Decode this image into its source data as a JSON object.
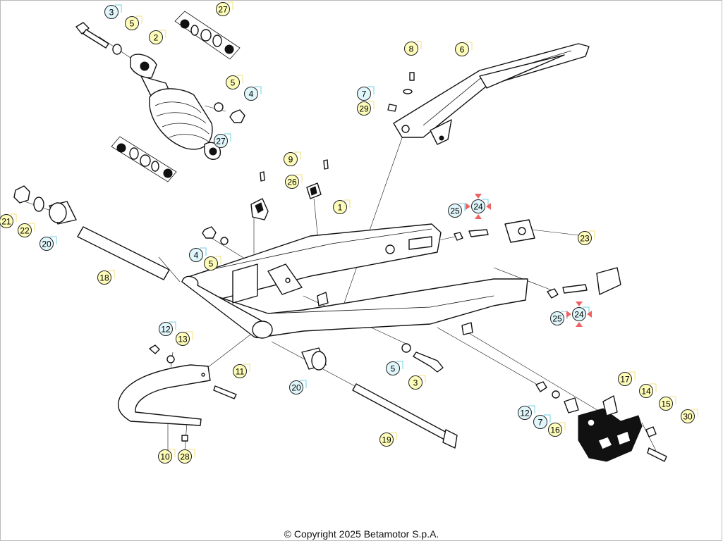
{
  "diagram": {
    "copyright": "© Copyright 2025 Betamotor S.p.A.",
    "colors": {
      "yellow": "#fdfcb8",
      "cyan": "#dff6fb",
      "yellow_tag": "#f4e27a",
      "cyan_tag": "#6fd0ea",
      "marker": "#f06262"
    },
    "callouts": [
      {
        "label": "3",
        "color": "cyan"
      },
      {
        "label": "5",
        "color": "yellow"
      },
      {
        "label": "2",
        "color": "yellow"
      },
      {
        "label": "27",
        "color": "yellow"
      },
      {
        "label": "5",
        "color": "yellow"
      },
      {
        "label": "4",
        "color": "cyan"
      },
      {
        "label": "27",
        "color": "cyan"
      },
      {
        "label": "8",
        "color": "yellow"
      },
      {
        "label": "6",
        "color": "yellow"
      },
      {
        "label": "7",
        "color": "cyan"
      },
      {
        "label": "29",
        "color": "yellow"
      },
      {
        "label": "9",
        "color": "yellow"
      },
      {
        "label": "26",
        "color": "yellow"
      },
      {
        "label": "1",
        "color": "yellow"
      },
      {
        "label": "25",
        "color": "cyan"
      },
      {
        "label": "24",
        "color": "cyan"
      },
      {
        "label": "23",
        "color": "yellow"
      },
      {
        "label": "21",
        "color": "yellow"
      },
      {
        "label": "22",
        "color": "yellow"
      },
      {
        "label": "20",
        "color": "cyan"
      },
      {
        "label": "18",
        "color": "yellow"
      },
      {
        "label": "4",
        "color": "cyan"
      },
      {
        "label": "5",
        "color": "yellow"
      },
      {
        "label": "25",
        "color": "cyan"
      },
      {
        "label": "24",
        "color": "cyan"
      },
      {
        "label": "12",
        "color": "cyan"
      },
      {
        "label": "13",
        "color": "yellow"
      },
      {
        "label": "11",
        "color": "yellow"
      },
      {
        "label": "5",
        "color": "cyan"
      },
      {
        "label": "3",
        "color": "yellow"
      },
      {
        "label": "20",
        "color": "cyan"
      },
      {
        "label": "17",
        "color": "yellow"
      },
      {
        "label": "14",
        "color": "yellow"
      },
      {
        "label": "15",
        "color": "yellow"
      },
      {
        "label": "30",
        "color": "yellow"
      },
      {
        "label": "12",
        "color": "cyan"
      },
      {
        "label": "7",
        "color": "cyan"
      },
      {
        "label": "16",
        "color": "yellow"
      },
      {
        "label": "19",
        "color": "yellow"
      },
      {
        "label": "10",
        "color": "yellow"
      },
      {
        "label": "28",
        "color": "yellow"
      }
    ]
  }
}
